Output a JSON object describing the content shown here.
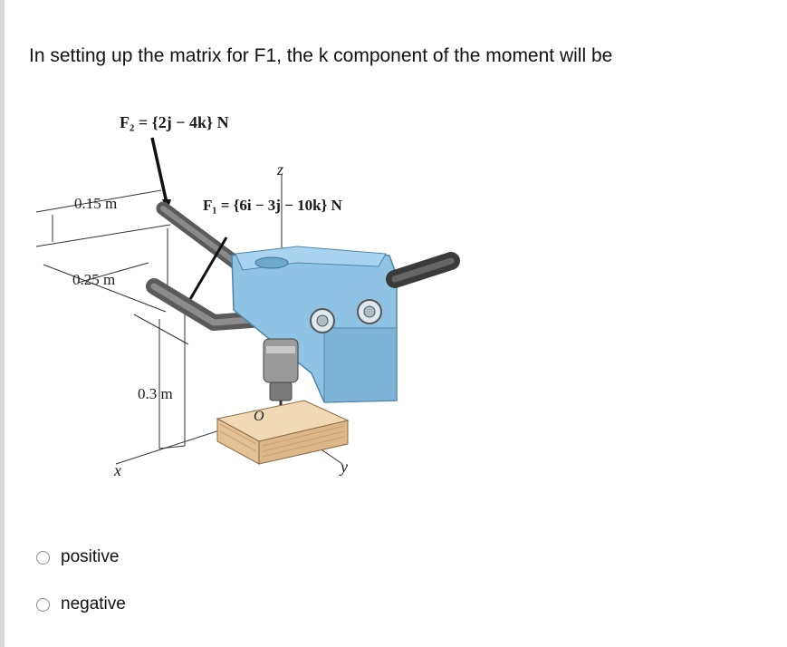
{
  "question": {
    "text": "In setting up the matrix for F1, the k component of the moment will be"
  },
  "figure": {
    "f2_label": "F₂ = {2j − 4k} N",
    "f1_label": "F₁ = {6i − 3j − 10k} N",
    "dim_015": "0.15 m",
    "dim_025": "0.25 m",
    "dim_03": "0.3 m",
    "axis_z": "z",
    "axis_x": "x",
    "axis_y": "y",
    "origin": "O",
    "colors": {
      "drill_body": "#8fc3e3",
      "drill_shadow": "#5e9dc4",
      "handle": "#6f6f6f",
      "wood": "#e8c9a0",
      "wood_grain": "#c99f6e"
    }
  },
  "options": [
    {
      "label": "positive"
    },
    {
      "label": "negative"
    }
  ]
}
